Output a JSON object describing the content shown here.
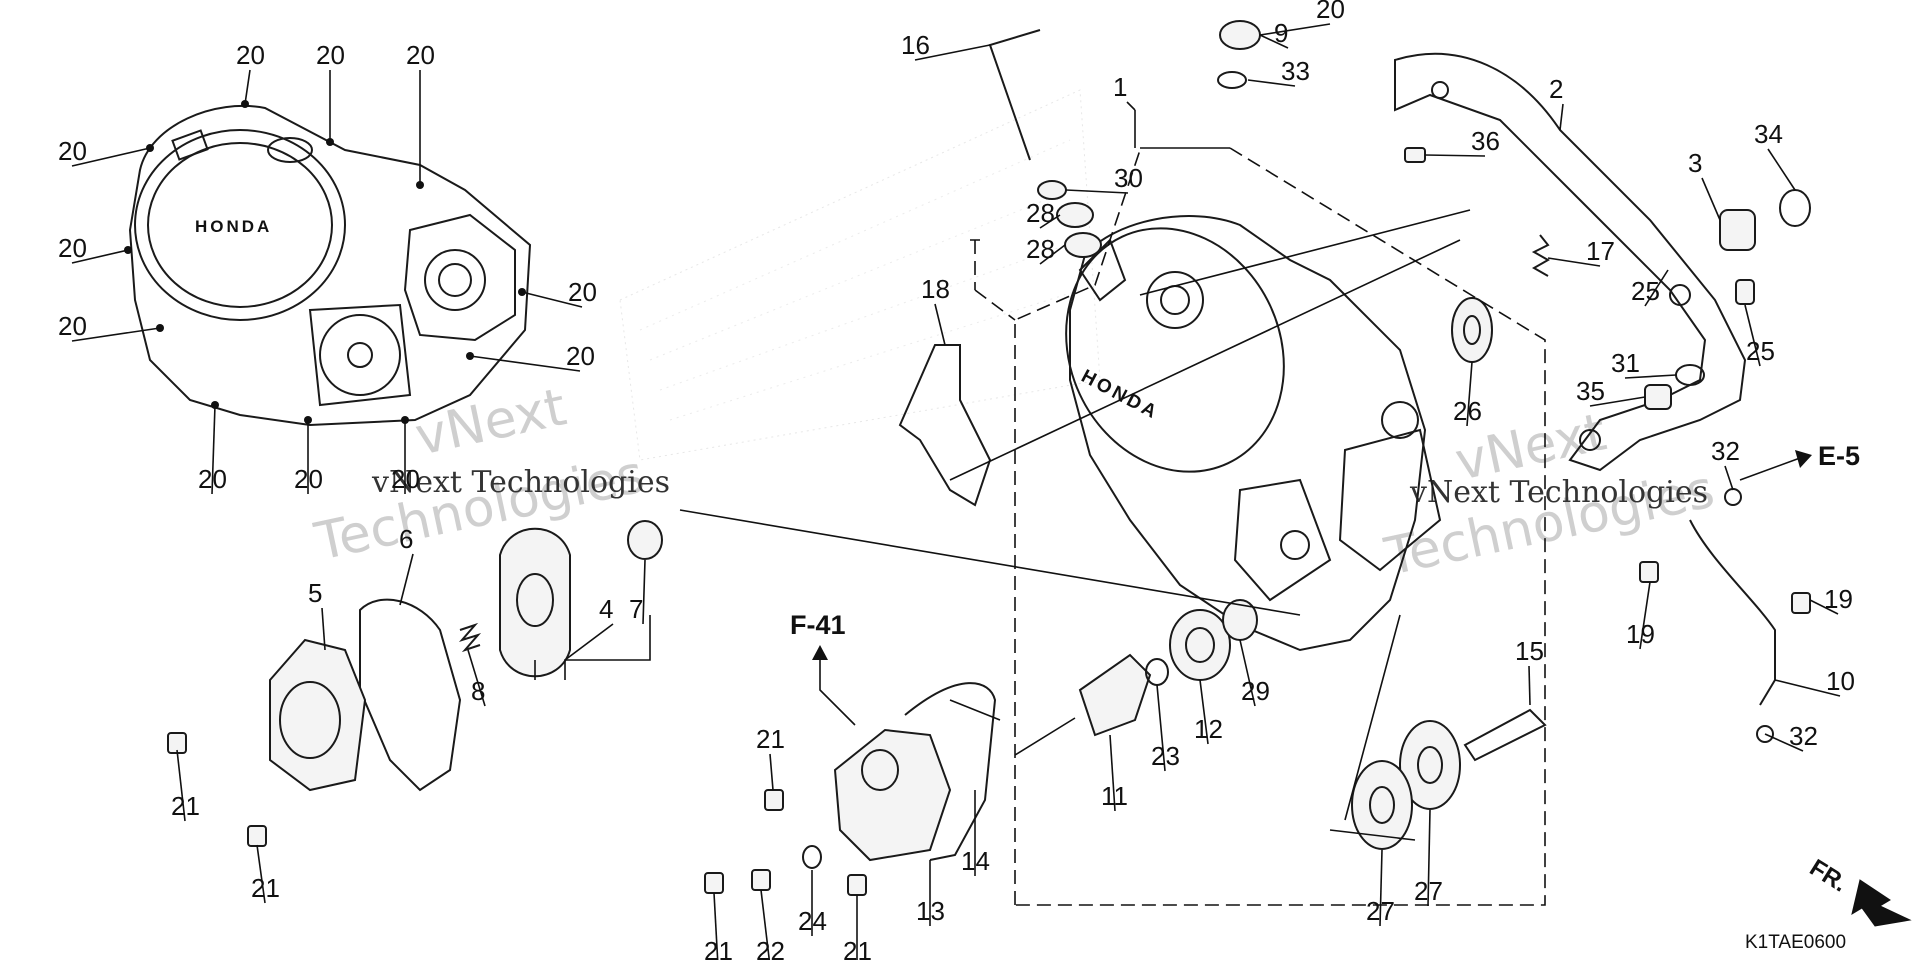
{
  "diagram": {
    "brand_text": "HONDA",
    "drawing_code": "K1TAE0600",
    "front_indicator": "FR.",
    "references": {
      "f41": "F-41",
      "e5": "E-5"
    },
    "watermark": {
      "line1": "vNext",
      "line2": "Technologies",
      "inline": "vNext Technologies"
    },
    "callouts": [
      "1",
      "2",
      "3",
      "4",
      "5",
      "6",
      "7",
      "8",
      "9",
      "10",
      "11",
      "12",
      "13",
      "14",
      "15",
      "16",
      "17",
      "18",
      "19",
      "19",
      "20",
      "20",
      "20",
      "20",
      "20",
      "20",
      "20",
      "20",
      "20",
      "20",
      "20",
      "21",
      "21",
      "21",
      "21",
      "21",
      "22",
      "23",
      "24",
      "25",
      "26",
      "27",
      "27",
      "28",
      "28",
      "29",
      "30",
      "31",
      "32",
      "32",
      "33",
      "34",
      "35",
      "36"
    ]
  }
}
